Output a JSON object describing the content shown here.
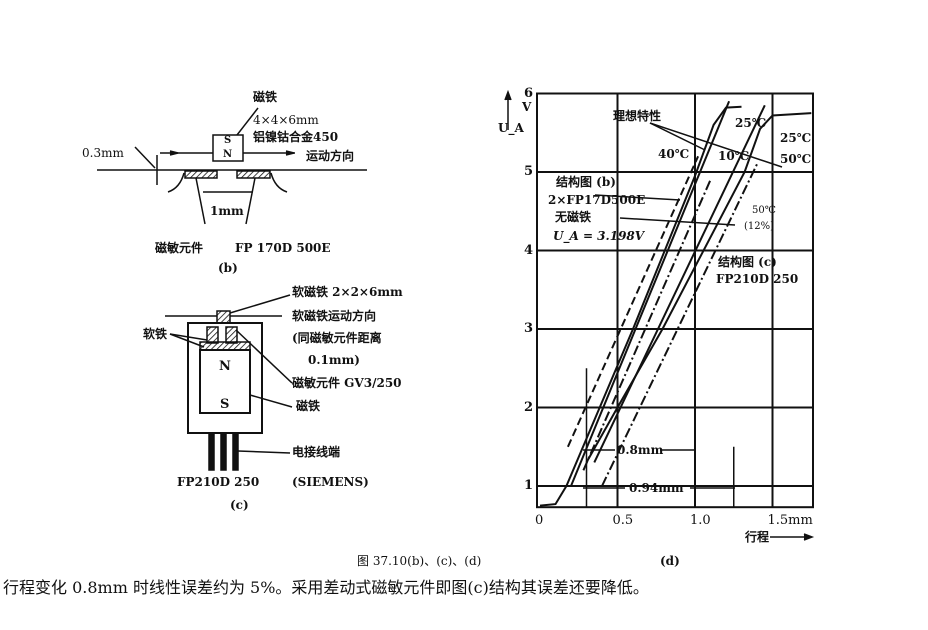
{
  "figure_b": {
    "magnet_label": "磁铁",
    "magnet_size": "4×4×6mm",
    "magnet_material": "铝镍钴合金450",
    "motion_direction": "运动方向",
    "gap": "0.3mm",
    "spacing": "1mm",
    "sensor_label": "磁敏元件",
    "sensor_model": "FP 170D 500E",
    "pole_s": "S",
    "pole_n": "N",
    "caption": "(b)"
  },
  "figure_c": {
    "soft_magnet": "软磁铁 2×2×6mm",
    "soft_magnet_motion": "软磁铁运动方向",
    "distance_line1": "(同磁敏元件距离",
    "distance_line2": "0.1mm)",
    "soft_iron": "软铁",
    "sensor": "磁敏元件 GV3/250",
    "magnet": "磁铁",
    "terminals": "电接线端",
    "model": "FP210D 250",
    "maker": "(SIEMENS)",
    "pole_n": "N",
    "pole_s": "S",
    "caption": "(c)"
  },
  "chart_data": {
    "type": "line",
    "title": "(d)",
    "xlabel": "行程",
    "ylabel": "U_A",
    "yunit": "V",
    "xlim": [
      0,
      1.75
    ],
    "ylim": [
      0.73,
      6
    ],
    "xticks": [
      "0",
      "0.5",
      "1.0",
      "1.5mm"
    ],
    "xtick_values": [
      0,
      0.5,
      1.0,
      1.5
    ],
    "yticks": [
      "1",
      "2",
      "3",
      "4",
      "5",
      "6"
    ],
    "ytick_values": [
      1,
      2,
      3,
      4,
      5,
      6
    ],
    "grid": true,
    "series": [
      {
        "name": "结构图(b) 25℃",
        "style": "solid",
        "x": [
          0,
          0.1,
          0.17,
          0.6,
          1.0,
          1.12,
          1.2,
          1.3
        ],
        "y": [
          0.75,
          0.77,
          1.0,
          3.0,
          4.95,
          5.6,
          5.82,
          5.83
        ]
      },
      {
        "name": "结构图(b) 理想特性",
        "style": "solid",
        "x": [
          0.2,
          1.22
        ],
        "y": [
          1.0,
          5.9
        ]
      },
      {
        "name": "结构图(b) 40℃",
        "style": "dashed",
        "x": [
          0.18,
          1.02
        ],
        "y": [
          1.5,
          5.2
        ]
      },
      {
        "name": "结构图(b) 10℃",
        "style": "dashdot",
        "x": [
          0.28,
          1.1
        ],
        "y": [
          1.2,
          4.9
        ]
      },
      {
        "name": "结构图(c) 25℃",
        "style": "solid",
        "x": [
          0.3,
          0.5,
          0.79,
          1.32,
          1.42,
          1.5,
          1.75
        ],
        "y": [
          1.3,
          2.0,
          3.0,
          5.0,
          5.55,
          5.72,
          5.75
        ]
      },
      {
        "name": "结构图(c) 理想特性",
        "style": "solid",
        "x": [
          0.35,
          1.45
        ],
        "y": [
          1.3,
          5.85
        ]
      },
      {
        "name": "结构图(c) 50℃",
        "style": "dashdot",
        "x": [
          0.4,
          1.4
        ],
        "y": [
          1.0,
          5.1
        ]
      }
    ],
    "annotations": {
      "ideal": "理想特性",
      "t25a": "25℃",
      "t25b": "25℃",
      "t50": "50℃",
      "t40": "40℃",
      "t10": "10℃",
      "struct_b": "结构图 (b)",
      "struct_b_model": "2×FP17D500E",
      "struct_b_nomag": "无磁铁",
      "struct_b_ua": "U_A = 3.198V",
      "t50_err": "50℃",
      "t50_err_pct": "(12%)",
      "struct_c": "结构图 (c)",
      "struct_c_model": "FP210D 250",
      "dim_08": "0.8mm",
      "dim_094": "0.94mm"
    }
  },
  "caption": "图 37.10(b)、(c)、(d)",
  "body_text": "行程变化 0.8mm 时线性误差约为 5%。采用差动式磁敏元件即图(c)结构其误差还要降低。"
}
